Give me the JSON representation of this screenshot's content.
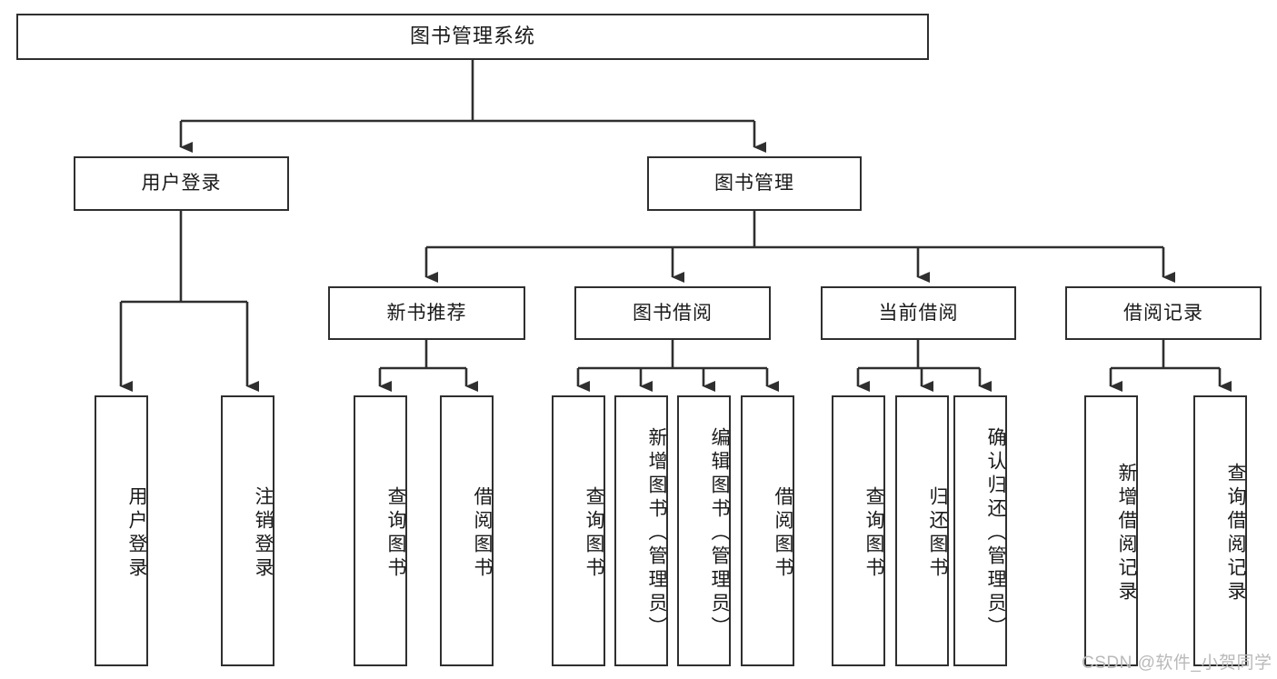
{
  "diagram": {
    "title": "图书管理系统",
    "type": "tree-hierarchy-chart",
    "stroke_color": "#2f2f2f",
    "background_color": "#ffffff",
    "text_color": "#1a1a1a"
  },
  "nodes": {
    "root": {
      "label": "图书管理系统"
    },
    "level2": [
      {
        "label": "用户登录"
      },
      {
        "label": "图书管理"
      }
    ],
    "level3": [
      {
        "label": "新书推荐"
      },
      {
        "label": "图书借阅"
      },
      {
        "label": "当前借阅"
      },
      {
        "label": "借阅记录"
      }
    ],
    "leaves": {
      "user_login": [
        {
          "label": "用户登录"
        },
        {
          "label": "注销登录"
        }
      ],
      "new_book_recommend": [
        {
          "label": "查询图书"
        },
        {
          "label": "借阅图书"
        }
      ],
      "book_borrow": [
        {
          "label": "查询图书"
        },
        {
          "label": "新增图书（管理员）"
        },
        {
          "label": "编辑图书（管理员）"
        },
        {
          "label": "借阅图书"
        }
      ],
      "current_borrow": [
        {
          "label": "查询图书"
        },
        {
          "label": "归还图书"
        },
        {
          "label": "确认归还（管理员）"
        }
      ],
      "borrow_record": [
        {
          "label": "新增借阅记录"
        },
        {
          "label": "查询借阅记录"
        }
      ]
    }
  },
  "watermark": {
    "text": "CSDN @软件_小贺同学"
  }
}
